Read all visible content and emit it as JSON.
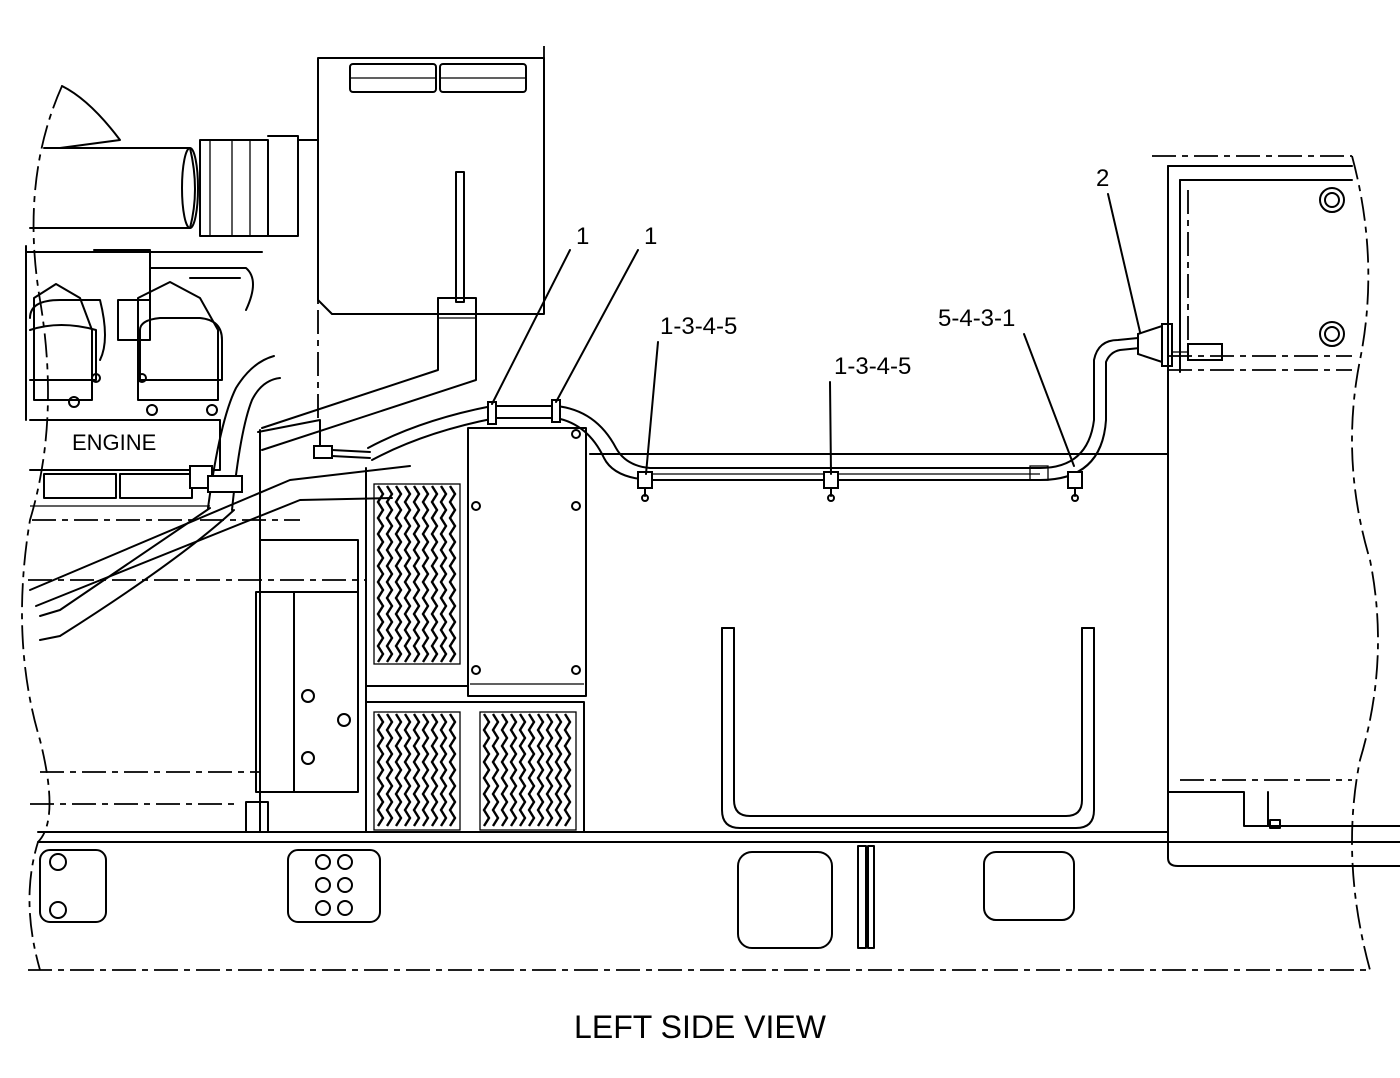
{
  "diagram": {
    "title": "LEFT SIDE VIEW",
    "engine_label": "ENGINE",
    "callouts": [
      {
        "id": "callout-1a",
        "text": "1"
      },
      {
        "id": "callout-1b",
        "text": "1"
      },
      {
        "id": "callout-clip-a",
        "text": "1-3-4-5"
      },
      {
        "id": "callout-clip-b",
        "text": "1-3-4-5"
      },
      {
        "id": "callout-clip-c",
        "text": "5-4-3-1"
      },
      {
        "id": "callout-2",
        "text": "2"
      }
    ]
  }
}
